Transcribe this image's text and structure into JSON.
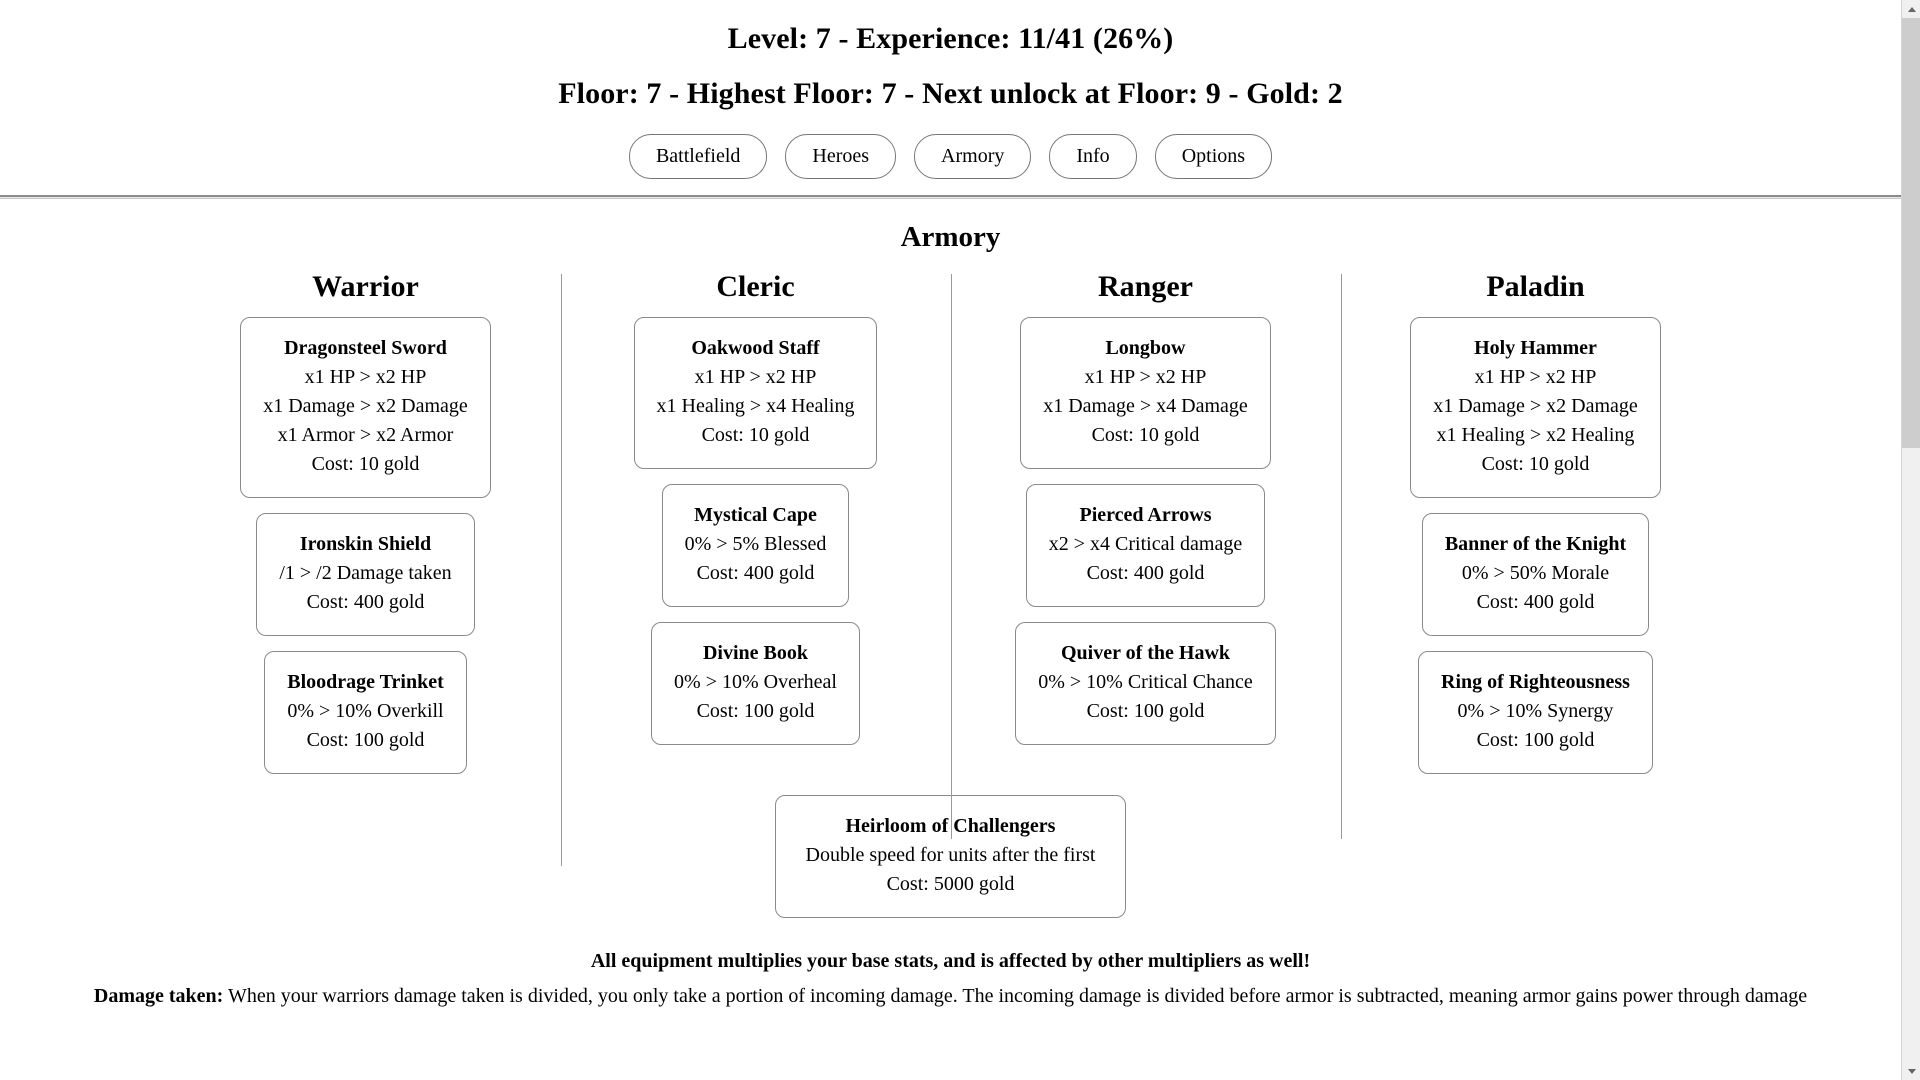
{
  "header": {
    "status_line_1": "Level: 7 - Experience: 11/41 (26%)",
    "status_line_2": "Floor: 7 - Highest Floor: 7 - Next unlock at Floor: 9 - Gold: 2",
    "level": 7,
    "experience_current": 11,
    "experience_max": 41,
    "experience_percent": "26%",
    "floor": 7,
    "highest_floor": 7,
    "next_unlock_floor": 9,
    "gold": 2,
    "nav": [
      {
        "label": "Battlefield"
      },
      {
        "label": "Heroes"
      },
      {
        "label": "Armory"
      },
      {
        "label": "Info"
      },
      {
        "label": "Options"
      }
    ]
  },
  "armory": {
    "title": "Armory",
    "columns": [
      {
        "class_name": "Warrior",
        "items": [
          {
            "name": "Dragonsteel Sword",
            "effects": [
              "x1 HP > x2 HP",
              "x1 Damage > x2 Damage",
              "x1 Armor > x2 Armor"
            ],
            "cost": "Cost: 10 gold"
          },
          {
            "name": "Ironskin Shield",
            "effects": [
              "/1 > /2 Damage taken"
            ],
            "cost": "Cost: 400 gold"
          },
          {
            "name": "Bloodrage Trinket",
            "effects": [
              "0% > 10% Overkill"
            ],
            "cost": "Cost: 100 gold"
          }
        ]
      },
      {
        "class_name": "Cleric",
        "items": [
          {
            "name": "Oakwood Staff",
            "effects": [
              "x1 HP > x2 HP",
              "x1 Healing > x4 Healing"
            ],
            "cost": "Cost: 10 gold"
          },
          {
            "name": "Mystical Cape",
            "effects": [
              "0% > 5% Blessed"
            ],
            "cost": "Cost: 400 gold"
          },
          {
            "name": "Divine Book",
            "effects": [
              "0% > 10% Overheal"
            ],
            "cost": "Cost: 100 gold"
          }
        ]
      },
      {
        "class_name": "Ranger",
        "items": [
          {
            "name": "Longbow",
            "effects": [
              "x1 HP > x2 HP",
              "x1 Damage > x4 Damage"
            ],
            "cost": "Cost: 10 gold"
          },
          {
            "name": "Pierced Arrows",
            "effects": [
              "x2 > x4 Critical damage"
            ],
            "cost": "Cost: 400 gold"
          },
          {
            "name": "Quiver of the Hawk",
            "effects": [
              "0% > 10% Critical Chance"
            ],
            "cost": "Cost: 100 gold"
          }
        ]
      },
      {
        "class_name": "Paladin",
        "items": [
          {
            "name": "Holy Hammer",
            "effects": [
              "x1 HP > x2 HP",
              "x1 Damage > x2 Damage",
              "x1 Healing > x2 Healing"
            ],
            "cost": "Cost: 10 gold"
          },
          {
            "name": "Banner of the Knight",
            "effects": [
              "0% > 50% Morale"
            ],
            "cost": "Cost: 400 gold"
          },
          {
            "name": "Ring of Righteousness",
            "effects": [
              "0% > 10% Synergy"
            ],
            "cost": "Cost: 100 gold"
          }
        ]
      }
    ],
    "heirloom": {
      "name": "Heirloom of Challengers",
      "effects": [
        "Double speed for units after the first"
      ],
      "cost": "Cost: 5000 gold"
    }
  },
  "notes": {
    "headline": "All equipment multiplies your base stats, and is affected by other multipliers as well!",
    "damage_taken_label": "Damage taken:",
    "damage_taken_text": " When your warriors damage taken is divided, you only take a portion of incoming damage. The incoming damage is divided before armor is subtracted, meaning armor gains power through damage"
  },
  "scrollbar": {
    "up_arrow": "scroll-up-icon",
    "down_arrow": "scroll-down-icon"
  }
}
